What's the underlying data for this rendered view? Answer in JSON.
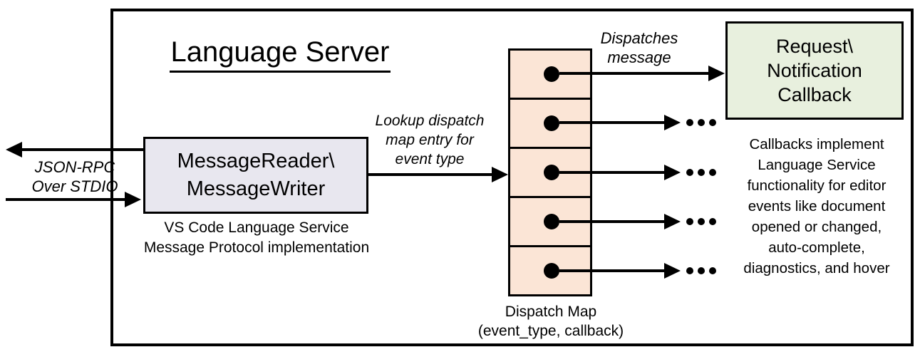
{
  "diagram": {
    "title": "Language Server",
    "message_reader_box": {
      "lines": [
        "MessageReader\\",
        "MessageWriter"
      ],
      "caption_lines": [
        "VS Code Language Service",
        "Message Protocol implementation"
      ]
    },
    "stdio_label": {
      "lines": [
        "JSON-RPC",
        "Over STDIO"
      ]
    },
    "lookup_label": {
      "lines": [
        "Lookup dispatch",
        "map entry for",
        "event type"
      ]
    },
    "dispatches_label": {
      "lines": [
        "Dispatches",
        "message"
      ]
    },
    "dispatch_map": {
      "cell_count": 5,
      "label_lines": [
        "Dispatch Map",
        "(event_type, callback)"
      ]
    },
    "callback_box": {
      "lines": [
        "Request\\",
        "Notification",
        "Callback"
      ]
    },
    "callbacks_description": {
      "lines": [
        "Callbacks implement",
        "Language Service",
        "functionality for editor",
        "events like document",
        "opened or changed,",
        "auto-complete,",
        "diagnostics, and hover"
      ]
    },
    "colors": {
      "border": "#000000",
      "message_reader_fill": "#e8e7ef",
      "dispatch_cell_fill": "#fbe5d6",
      "callback_fill": "#e8f0de"
    }
  }
}
